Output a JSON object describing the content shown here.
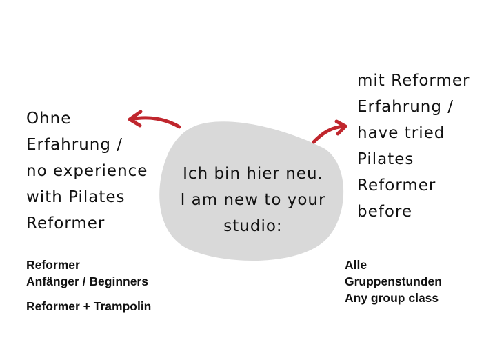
{
  "center": {
    "lines": [
      "Ich bin hier neu.",
      "I am new to your",
      "studio:"
    ]
  },
  "left": {
    "lines": [
      "Ohne",
      "Erfahrung /",
      "no experience",
      "with Pilates",
      "Reformer"
    ],
    "classes": [
      {
        "lines": [
          "Reformer",
          "Anfänger / Beginners"
        ]
      },
      {
        "lines": [
          "Reformer + Trampolin"
        ]
      }
    ]
  },
  "right": {
    "lines": [
      "mit Reformer",
      "Erfahrung /",
      "have tried",
      "Pilates",
      "Reformer",
      "before"
    ],
    "classes": [
      {
        "lines": [
          "Alle",
          "Gruppenstunden",
          "Any group class"
        ]
      }
    ]
  },
  "colors": {
    "blob": "#d9d9d9",
    "arrow": "#c0262d"
  }
}
